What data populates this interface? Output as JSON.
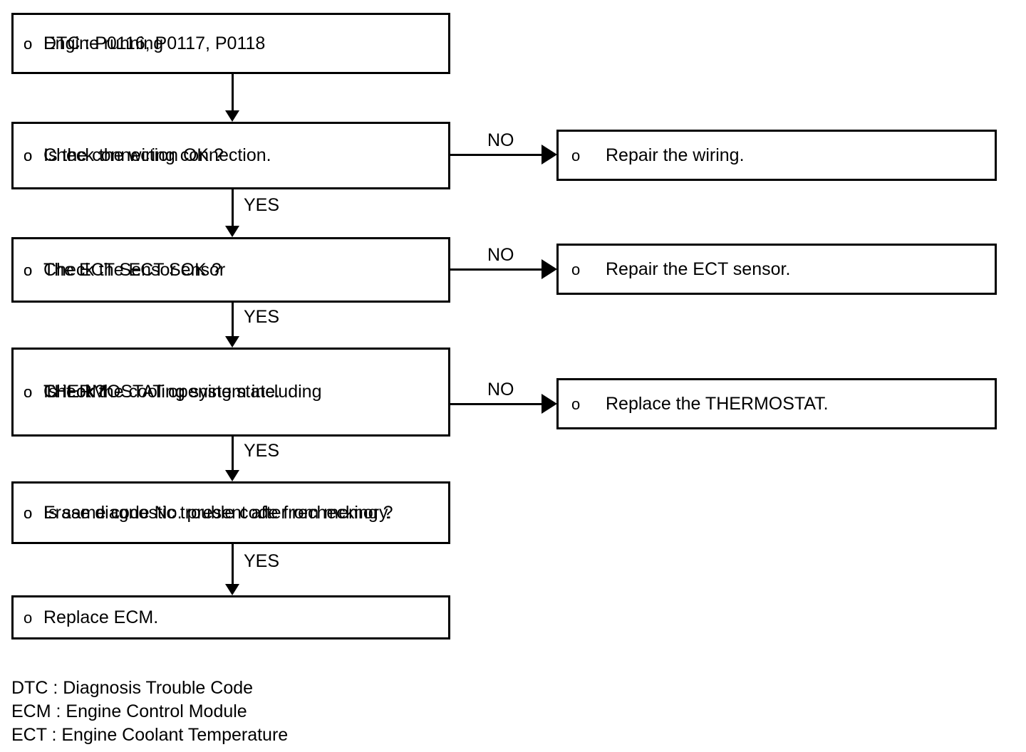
{
  "diagram": {
    "type": "troubleshooting-flowchart",
    "bullet_glyph": "o",
    "line_color": "#000000",
    "background_color": "#ffffff",
    "text_color": "#000000"
  },
  "nodes": [
    {
      "id": "start",
      "column": "main",
      "lines": [
        {
          "bullet": "o",
          "text": "Engine running"
        },
        {
          "bullet": "o",
          "text": "DTC : P0116, P0117, P0118"
        }
      ]
    },
    {
      "id": "check-wiring",
      "column": "main",
      "lines": [
        {
          "bullet": "o",
          "text": "Check the wiring connection."
        },
        {
          "bullet": "o",
          "text": "Is the connection OK ?"
        }
      ]
    },
    {
      "id": "check-ect-sensor",
      "column": "main",
      "lines": [
        {
          "bullet": "o",
          "text": "Check the ECT Sensor"
        },
        {
          "bullet": "o",
          "text": "The ECT Sensor OK ?"
        }
      ]
    },
    {
      "id": "check-cooling-system",
      "column": "main",
      "lines": [
        {
          "bullet": "o",
          "text": "Check the cooling system including"
        },
        {
          "bullet": "",
          "text": "THERMOSTAT opening state."
        },
        {
          "bullet": "o",
          "text": "Is it ok?"
        }
      ]
    },
    {
      "id": "erase-dtc",
      "column": "main",
      "lines": [
        {
          "bullet": "o",
          "text": "Erase diagnostic trouble code from memory."
        },
        {
          "bullet": "o",
          "text": "Is same code No. present after rechecking ?"
        }
      ]
    },
    {
      "id": "replace-ecm",
      "column": "main",
      "lines": [
        {
          "bullet": "o",
          "text": "Replace ECM."
        }
      ]
    },
    {
      "id": "repair-wiring",
      "column": "side",
      "lines": [
        {
          "bullet": "o",
          "text": "Repair the wiring."
        }
      ]
    },
    {
      "id": "repair-ect-sensor",
      "column": "side",
      "lines": [
        {
          "bullet": "o",
          "text": "Repair the ECT sensor."
        }
      ]
    },
    {
      "id": "replace-thermostat",
      "column": "side",
      "lines": [
        {
          "bullet": "o",
          "text": "Replace the THERMOSTAT."
        }
      ]
    }
  ],
  "connectors": {
    "vertical": [
      {
        "id": "start-to-check-wiring",
        "label": ""
      },
      {
        "id": "check-wiring-to-check-ect-sensor",
        "label": "YES"
      },
      {
        "id": "check-ect-sensor-to-check-cooling",
        "label": "YES"
      },
      {
        "id": "check-cooling-to-erase-dtc",
        "label": "YES"
      },
      {
        "id": "erase-dtc-to-replace-ecm",
        "label": "YES"
      }
    ],
    "horizontal": [
      {
        "id": "check-wiring-to-repair-wiring",
        "label": "NO"
      },
      {
        "id": "check-ect-sensor-to-repair-ect-sensor",
        "label": "NO"
      },
      {
        "id": "check-cooling-to-replace-thermostat",
        "label": "NO"
      }
    ]
  },
  "legend": [
    "DTC : Diagnosis Trouble Code",
    "ECM : Engine Control Module",
    "ECT : Engine Coolant Temperature"
  ]
}
